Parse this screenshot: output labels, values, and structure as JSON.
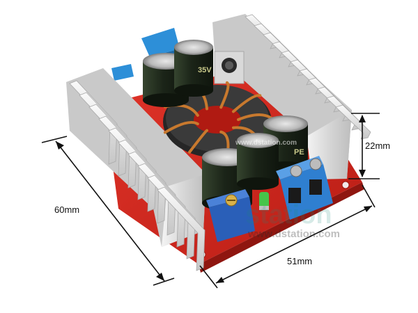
{
  "product_photo": {
    "dimensions": {
      "height_label": "22mm",
      "length_label": "60mm",
      "width_label": "51mm"
    },
    "watermark": {
      "big_text": "station",
      "site_text": "www.dstation.com",
      "top_text": "www.dstation.com"
    },
    "capacitor_marks": {
      "voltage": "35V",
      "series": "PE"
    },
    "colors": {
      "heatsink": "#d8d8d8",
      "pcb": "#d4261c",
      "terminal_block": "#2f7fd0",
      "trimmer_pot": "#2a5fb8",
      "capacitor": "#1f2a1c",
      "inductor_wire": "#c8792e",
      "inductor_core": "#2b2b2b"
    }
  }
}
